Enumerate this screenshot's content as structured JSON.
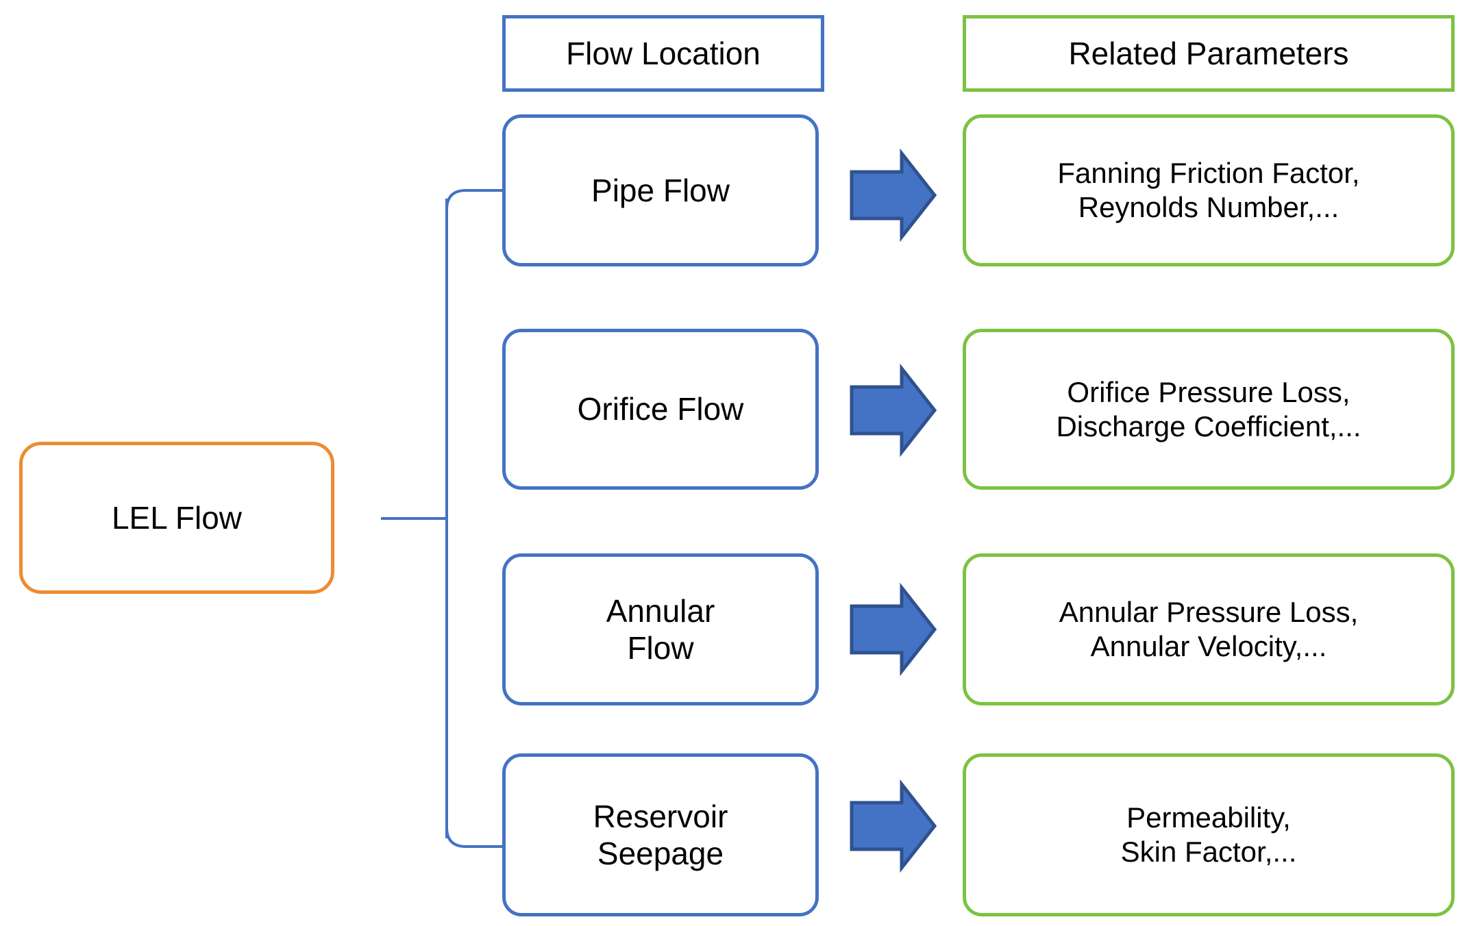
{
  "diagram": {
    "type": "flow-tree",
    "colors": {
      "blue_border": "#4472C4",
      "green_border": "#7CC242",
      "orange_border": "#ED8B32",
      "arrow_fill": "#4472C4",
      "arrow_stroke": "#2F528F",
      "connector_line": "#4472C4",
      "background": "#FFFFFF",
      "text": "#000000"
    },
    "headers": [
      {
        "id": "flow-location",
        "label": "Flow Location"
      },
      {
        "id": "related-parameters",
        "label": "Related Parameters"
      }
    ],
    "root": {
      "id": "lel-flow",
      "label": "LEL Flow"
    },
    "rows": [
      {
        "id": "pipe-flow",
        "flow_location": "Pipe Flow",
        "arrow_icon": "right-block-arrow-icon",
        "parameters": "Fanning Friction Factor,\nReynolds Number,..."
      },
      {
        "id": "orifice-flow",
        "flow_location": "Orifice Flow",
        "arrow_icon": "right-block-arrow-icon",
        "parameters": "Orifice Pressure Loss,\nDischarge Coefficient,..."
      },
      {
        "id": "annular-flow",
        "flow_location": "Annular\nFlow",
        "arrow_icon": "right-block-arrow-icon",
        "parameters": "Annular Pressure Loss,\nAnnular Velocity,..."
      },
      {
        "id": "reservoir-seepage",
        "flow_location": "Reservoir\nSeepage",
        "arrow_icon": "right-block-arrow-icon",
        "parameters": "Permeability,\nSkin Factor,..."
      }
    ]
  }
}
